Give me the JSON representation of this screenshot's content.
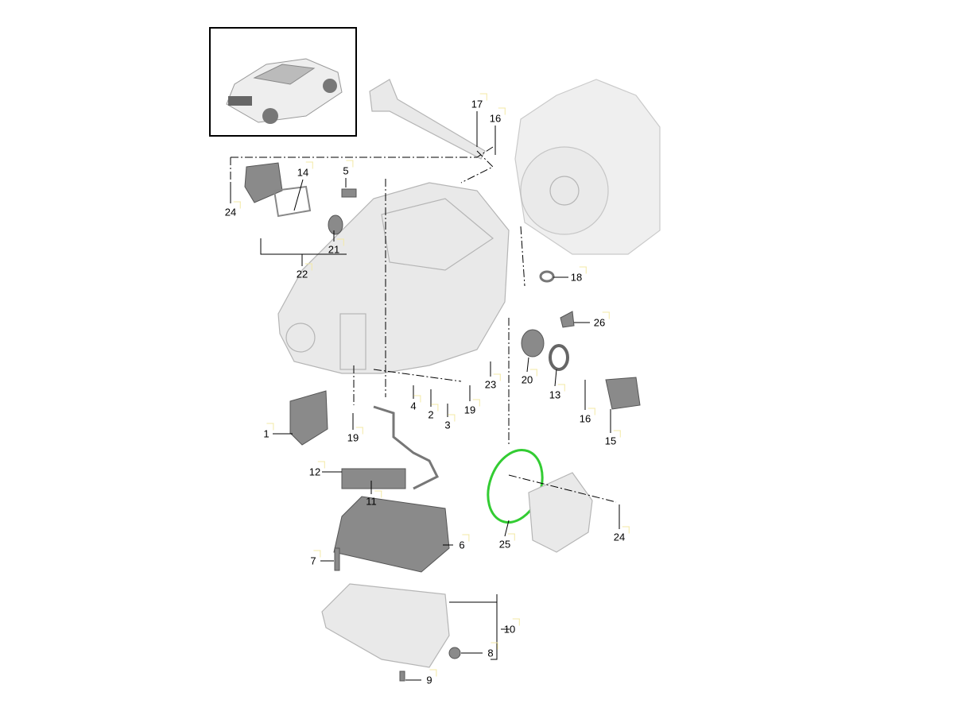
{
  "thumbnail": {
    "icon": "car-icon"
  },
  "callouts": [
    "17",
    "16",
    "14",
    "5",
    "24",
    "21",
    "22",
    "18",
    "26",
    "23",
    "20",
    "13",
    "16",
    "15",
    "4",
    "2",
    "19",
    "3",
    "1",
    "19",
    "12",
    "11",
    "6",
    "25",
    "24",
    "7",
    "10",
    "8",
    "9"
  ],
  "colors": {
    "seal_ring": "#33cc33",
    "part_fill": "#e9e9e9",
    "line": "#000000"
  }
}
